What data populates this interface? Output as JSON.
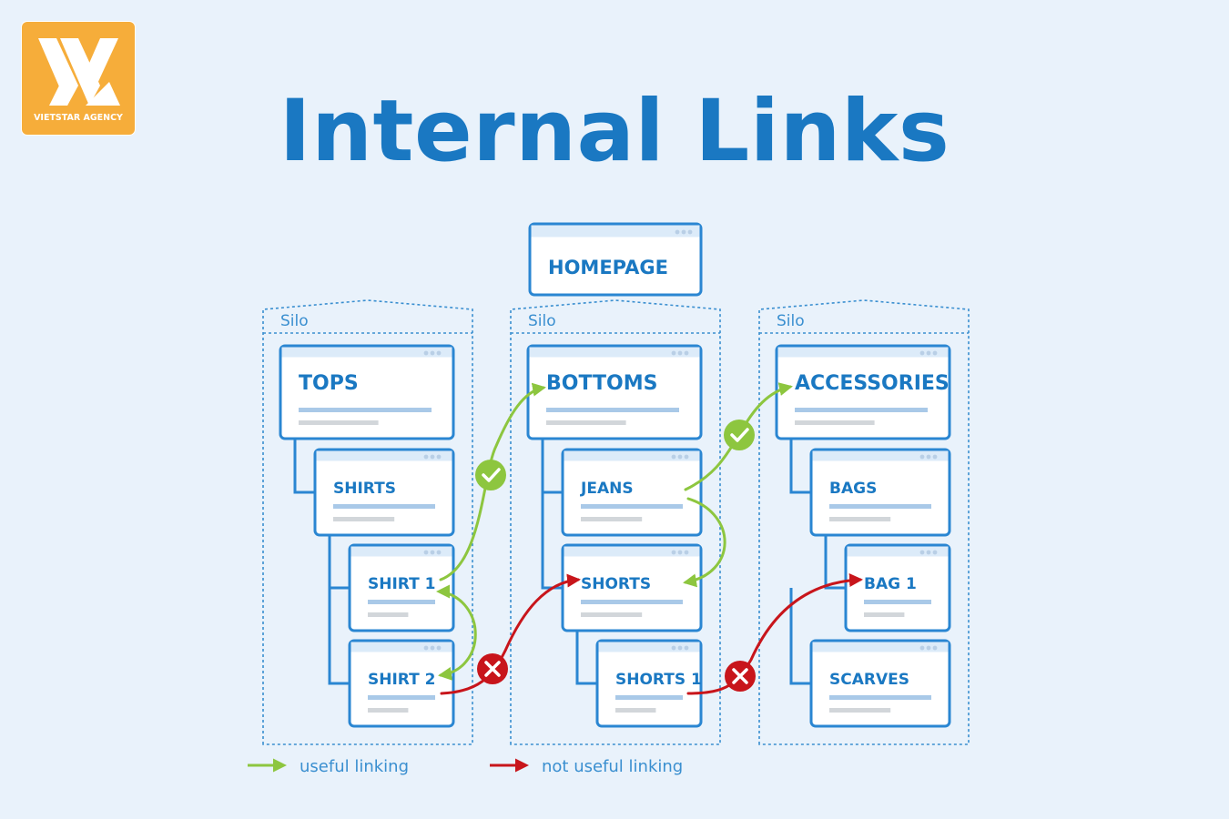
{
  "logo": {
    "text": "VIETSTAR AGENCY",
    "colors": {
      "bg": "#f6ad3a",
      "fg": "#ffffff"
    }
  },
  "title": "Internal Links",
  "diagram": {
    "homepage": "HOMEPAGE",
    "silo_label": "Silo",
    "silos": [
      {
        "id": "tops",
        "label": "Silo",
        "root": "TOPS",
        "children": [
          "SHIRTS",
          "SHIRT 1",
          "SHIRT 2"
        ]
      },
      {
        "id": "bottoms",
        "label": "Silo",
        "root": "BOTTOMS",
        "children": [
          "JEANS",
          "SHORTS",
          "SHORTS 1"
        ]
      },
      {
        "id": "accessories",
        "label": "Silo",
        "root": "ACCESSORIES",
        "children": [
          "BAGS",
          "BAG 1",
          "SCARVES"
        ]
      }
    ],
    "links": [
      {
        "from": "SHIRT 1",
        "to": "BOTTOMS",
        "kind": "useful"
      },
      {
        "from": "SHIRT 1",
        "to": "SHIRT 2",
        "kind": "useful"
      },
      {
        "from": "SHIRT 2",
        "to": "SHORTS",
        "kind": "not useful"
      },
      {
        "from": "JEANS",
        "to": "ACCESSORIES",
        "kind": "useful"
      },
      {
        "from": "JEANS",
        "to": "SHORTS",
        "kind": "useful"
      },
      {
        "from": "SHORTS 1",
        "to": "BAG 1",
        "kind": "not useful"
      }
    ]
  },
  "legend": {
    "useful": "useful linking",
    "not_useful": "not useful linking"
  },
  "colors": {
    "background": "#e9f2fb",
    "primary": "#1a78c2",
    "box_border": "#2a86d2",
    "useful": "#8dc63f",
    "not_useful": "#c8151b"
  }
}
